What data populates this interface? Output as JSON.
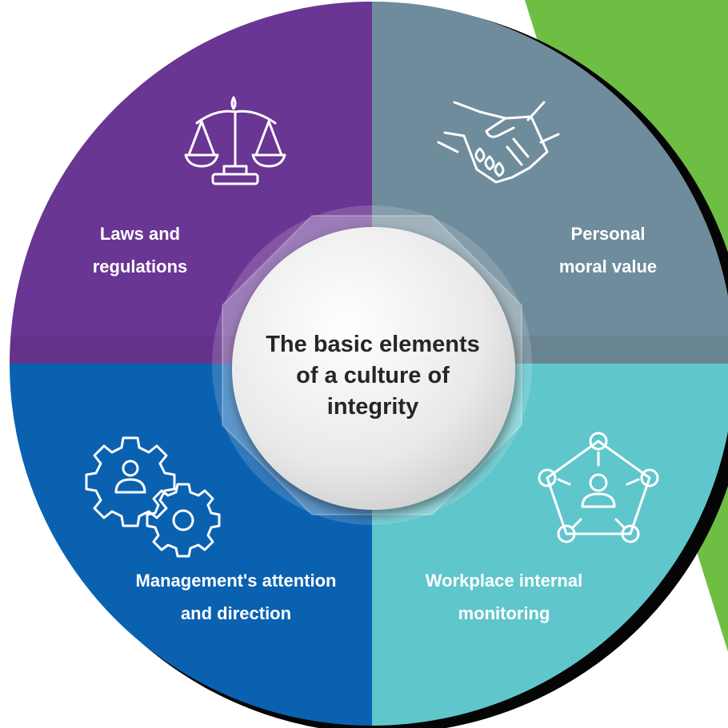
{
  "colors": {
    "accent_green": "#6fbe44",
    "purple": "#6a3694",
    "slate": "#6f8c9c",
    "blue": "#0a61b0",
    "teal": "#5fc6cc",
    "center_text": "#262626",
    "label_text": "#ffffff"
  },
  "center": {
    "line1": "The basic elements",
    "line2": "of a culture of",
    "line3": "integrity"
  },
  "quadrants": [
    {
      "id": "laws",
      "icon": "scales-icon",
      "line1": "Laws and",
      "line2": "regulations"
    },
    {
      "id": "moral",
      "icon": "handshake-icon",
      "line1": "Personal",
      "line2": "moral value"
    },
    {
      "id": "management",
      "icon": "gears-person-icon",
      "line1": "Management's attention",
      "line2": "and direction"
    },
    {
      "id": "monitoring",
      "icon": "network-person-icon",
      "line1": "Workplace internal",
      "line2": "monitoring"
    }
  ]
}
